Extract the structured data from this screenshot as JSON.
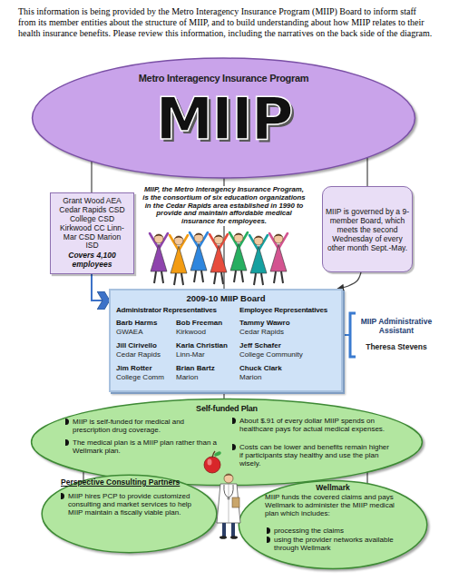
{
  "diagram": {
    "nodes": [
      {
        "text": [
          "Metro Interagency Insurance Program",
          "MIIP"
        ]
      },
      {
        "text": [
          "Grant Wood AEA Cedar Rapids CSD College CSD Kirkwood CC Linn-Mar CSD Marion ISD",
          "Covers 4,100 employees"
        ]
      },
      {
        "text": [
          "MIIP is governed by a 9-member Board, which meets the second Wednesday of every other month Sept.-May."
        ]
      },
      {
        "text": [
          "2009-10 MIIP Board",
          "Administrator Representatives",
          "Employee Representatives",
          "Barb Harms",
          "GWAEA",
          "Bob Freeman",
          "Kirkwood",
          "Tammy Wawro",
          "Cedar Rapids",
          "Jill Cirivello",
          "Cedar Rapids",
          "Karla Christian",
          "Linn-Mar",
          "Jeff Schafer",
          "College Community",
          "Jim Rotter",
          "College Comm",
          "Brian Bartz",
          "Marion",
          "Chuck Clark",
          "Marion"
        ]
      },
      {
        "text": [
          "MIIP Administrative Assistant",
          "Theresa Stevens"
        ]
      },
      {
        "text": [
          "Self-funded Plan",
          "MIIP is self-funded for medical and prescription drug coverage.",
          "The medical plan is a MIIP plan rather than a Wellmark plan.",
          "About $.91 of every dollar MIIP spends on healthcare pays for actual medical expenses.",
          "Costs can be lower and benefits remain higher if participants stay healthy and use the plan wisely."
        ]
      },
      {
        "text": [
          "Perspective Consulting Partners",
          "MIIP hires PCP to provide customized consulting and market services to help MIIP maintain a fiscally viable plan."
        ]
      },
      {
        "text": [
          "Wellmark",
          "MIIP funds the covered claims and pays Wellmark to administer the MIIP medical plan which includes:",
          "processing the claims",
          "using the provider networks available through Wellmark"
        ]
      }
    ],
    "edges": [
      {
        "from": 0,
        "to": 1,
        "arrow": "none"
      },
      {
        "from": 0,
        "to": 2,
        "arrow": "none"
      },
      {
        "from": 0,
        "to": 3,
        "arrow": "none"
      },
      {
        "from": 1,
        "to": 3,
        "arrow": "to"
      },
      {
        "from": 2,
        "to": 3,
        "arrow": "to"
      },
      {
        "from": 3,
        "to": 4,
        "arrow": "none"
      },
      {
        "from": 3,
        "to": 5,
        "arrow": "none"
      },
      {
        "from": 5,
        "to": 6,
        "arrow": "none"
      },
      {
        "from": 5,
        "to": 7,
        "arrow": "none"
      }
    ],
    "labels": [
      "This information is being provided by the Metro Interagency Insurance Program (MIIP) Board to inform staff from its member entities about the structure of MIIP, and to build understanding about how MIIP relates to their health insurance benefits. Please review this information, including the narratives on the back side of the diagram.",
      "MIIP, the Metro Interagency Insurance Program, is the consortium of six education organizations in the Cedar Rapids area established in 1990 to provide and maintain affordable medical insurance for employees."
    ]
  }
}
